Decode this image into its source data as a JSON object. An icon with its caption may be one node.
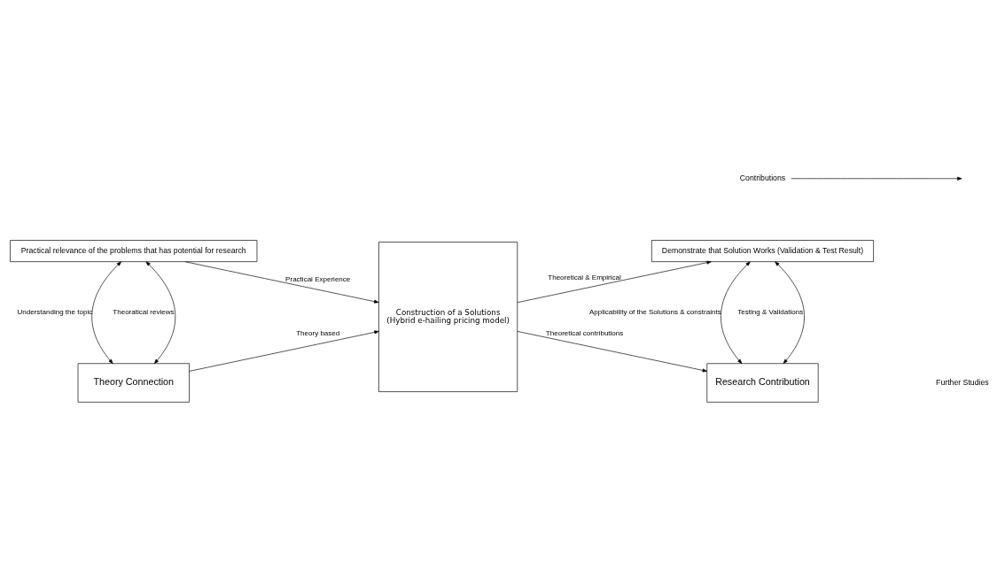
{
  "diagram": {
    "nodes": [
      {
        "text": [
          "Practical relevance of the problems that has potential for research"
        ]
      },
      {
        "text": [
          "Demonstrate that Solution Works (Validation & Test Result)"
        ]
      },
      {
        "text": [
          "Construction of a Solutions",
          "(Hybrid e-hailing pricing model)"
        ]
      },
      {
        "text": [
          "Theory Connection"
        ]
      },
      {
        "text": [
          "Research Contribution"
        ]
      },
      {
        "text": [
          "Contributions"
        ]
      }
    ],
    "edges": [
      {
        "from": 0,
        "to": 2,
        "arrow": "to",
        "label": "Practical Experience"
      },
      {
        "from": 2,
        "to": 1,
        "arrow": "to",
        "label": "Theoretical & Empirical"
      },
      {
        "from": 0,
        "to": 3,
        "arrow": "both",
        "label": "Theoratical reviews"
      },
      {
        "from": 0,
        "to": 3,
        "arrow": "both",
        "label": "Understanding the topic"
      },
      {
        "from": 1,
        "to": 4,
        "arrow": "both",
        "label": "Testing & Validations"
      },
      {
        "from": 1,
        "to": 4,
        "arrow": "both",
        "label": "Applicability of the Solutions & constraints"
      },
      {
        "from": 5,
        "to": null,
        "arrow": "to"
      },
      {
        "from": 3,
        "to": 2,
        "arrow": "to",
        "label": "Theory based"
      },
      {
        "from": 2,
        "to": 4,
        "arrow": "to",
        "label": "Theoretical contributions"
      }
    ],
    "labels": [
      "Further Studies"
    ]
  }
}
